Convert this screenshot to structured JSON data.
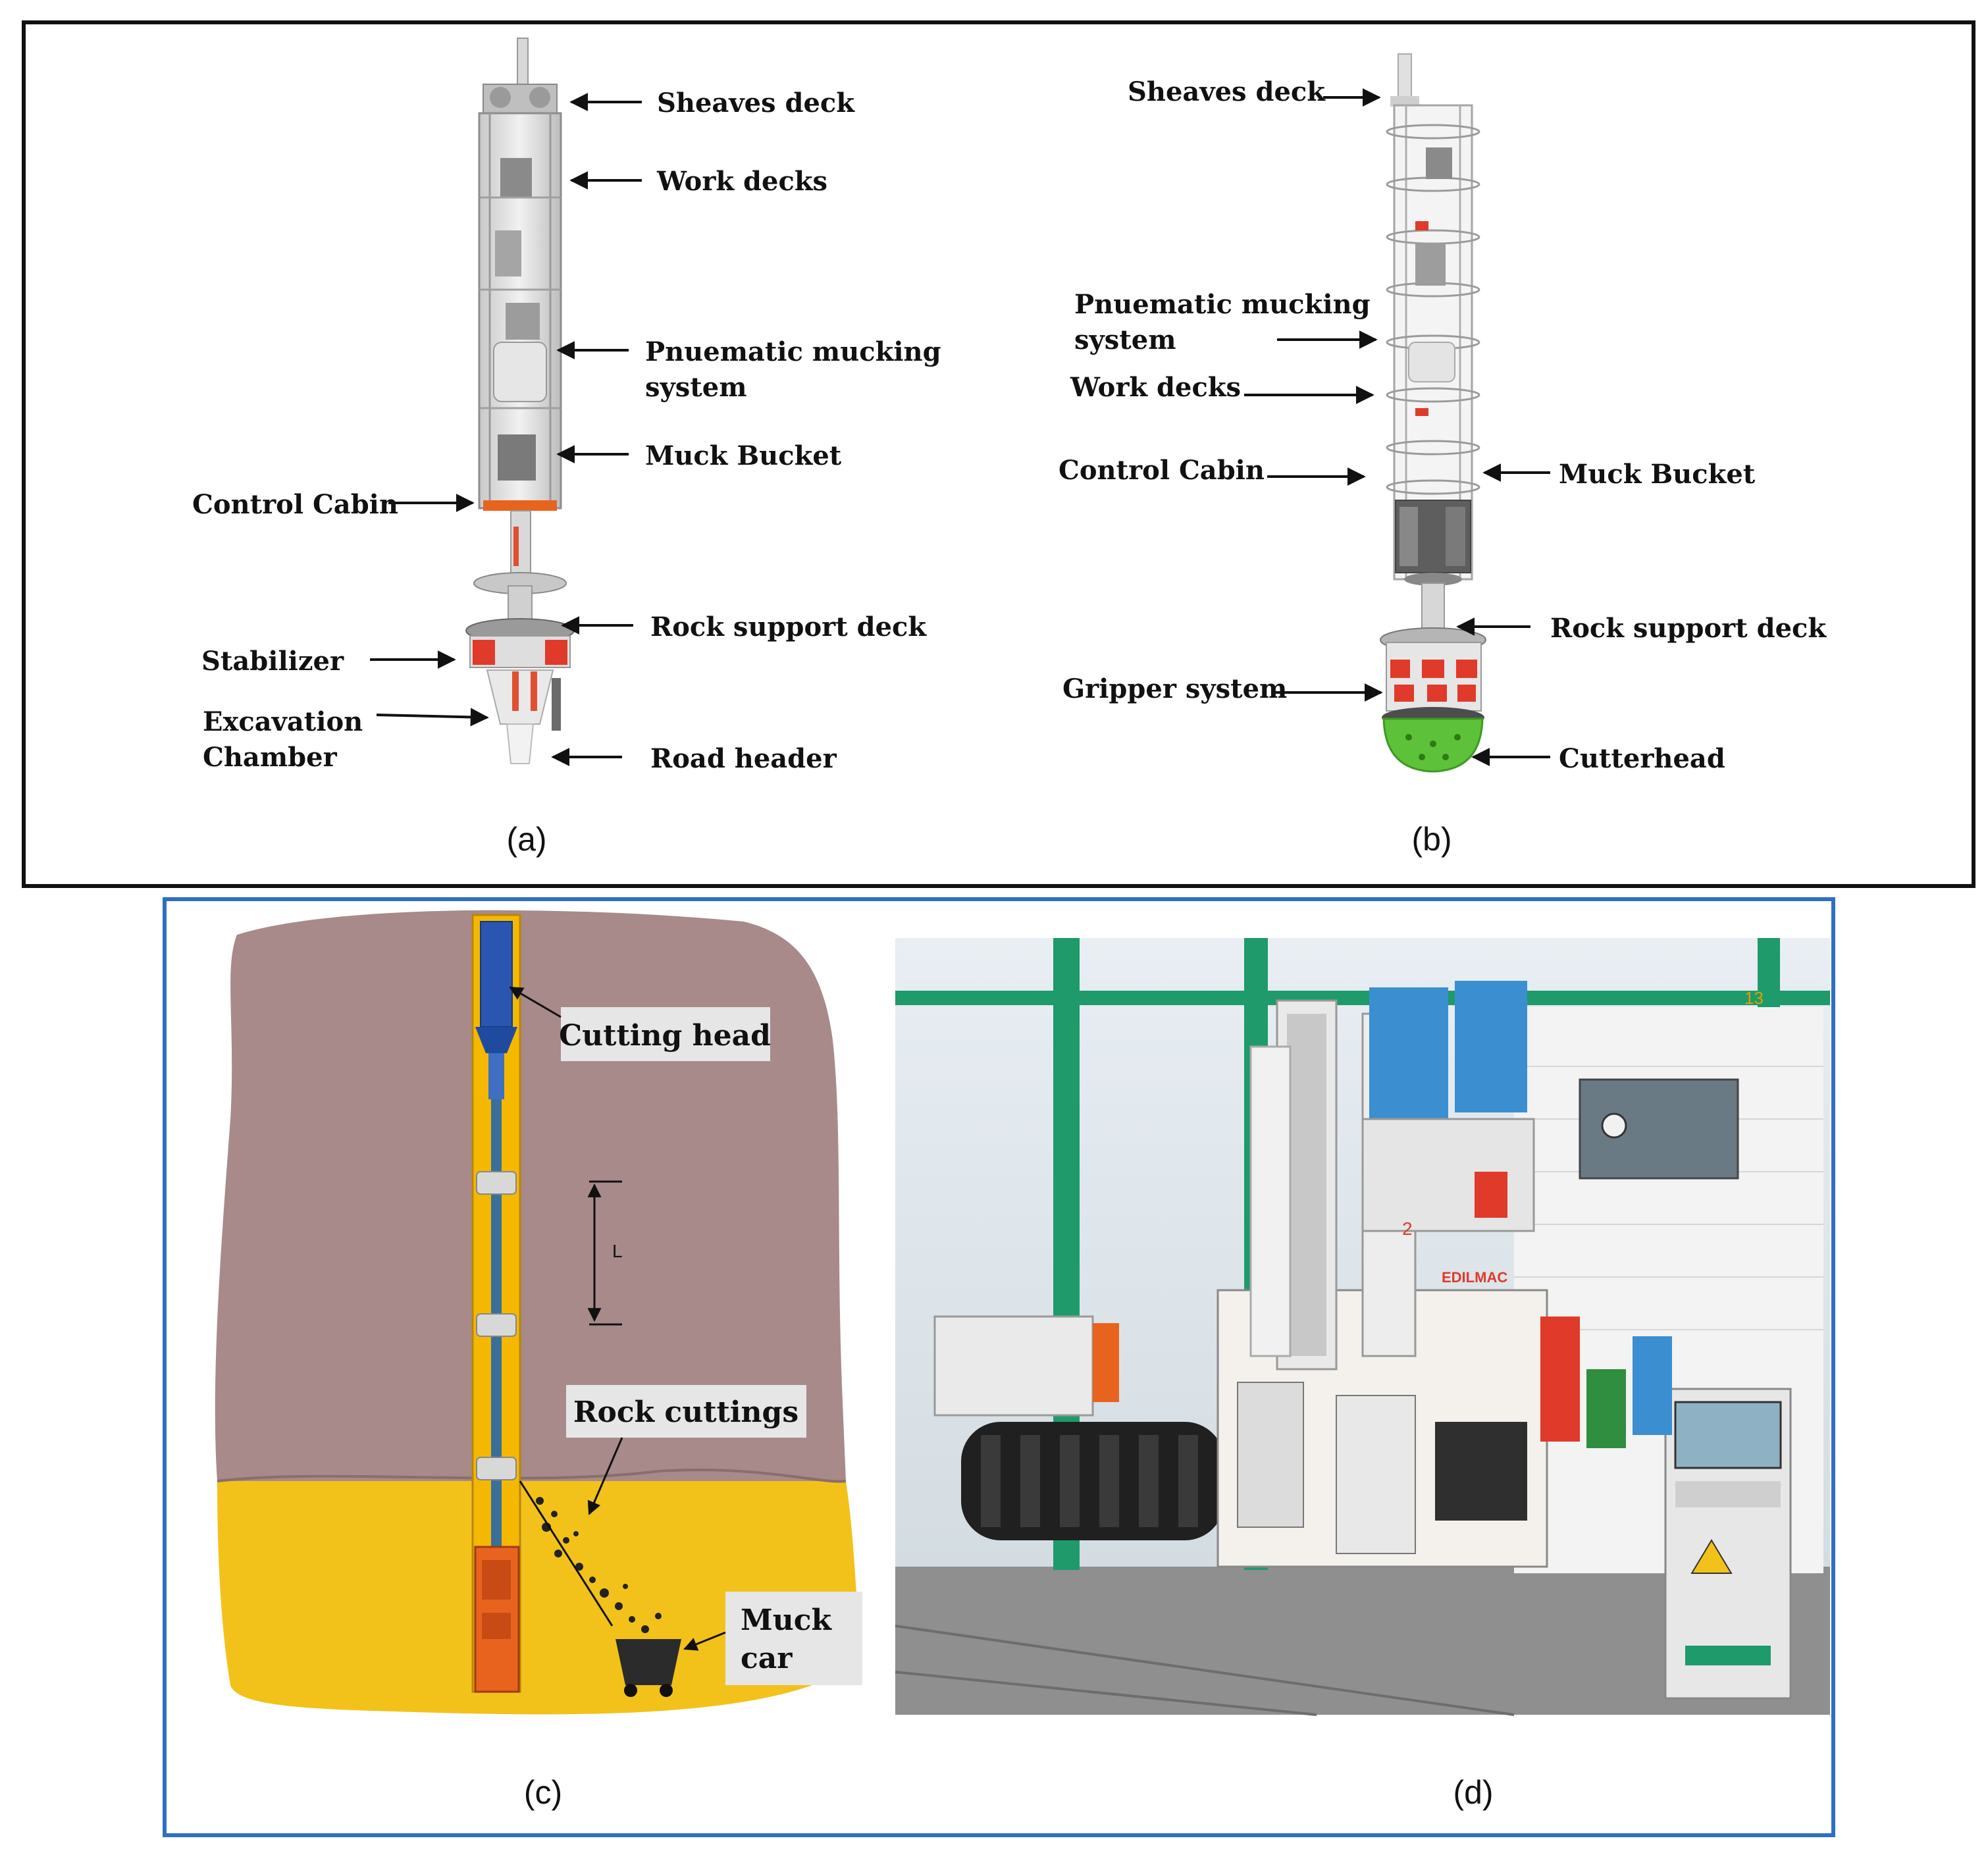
{
  "panel_a": {
    "caption": "(a)",
    "labels": {
      "sheaves_deck": "Sheaves deck",
      "work_decks": "Work decks",
      "pneumatic_line1": "Pnuematic mucking",
      "pneumatic_line2": "system",
      "muck_bucket": "Muck Bucket",
      "control_cabin": "Control Cabin",
      "rock_support_deck": "Rock support deck",
      "stabilizer": "Stabilizer",
      "excavation_line1": "Excavation",
      "excavation_line2": "Chamber",
      "road_header": "Road header"
    }
  },
  "panel_b": {
    "caption": "(b)",
    "labels": {
      "sheaves_deck": "Sheaves deck",
      "pneumatic_line1": "Pnuematic mucking",
      "pneumatic_line2": "system",
      "work_decks": "Work decks",
      "control_cabin": "Control Cabin",
      "muck_bucket": "Muck Bucket",
      "rock_support_deck": "Rock support deck",
      "gripper_system": "Gripper system",
      "cutterhead": "Cutterhead"
    }
  },
  "panel_c": {
    "caption": "(c)",
    "labels": {
      "cutting_head": "Cutting head",
      "dimension": "L",
      "rock_cuttings": "Rock cuttings",
      "muck_line1": "Muck",
      "muck_line2": "car"
    }
  },
  "panel_d": {
    "caption": "(d)",
    "machine_number": "2",
    "bay_number": "13",
    "brand": "EDILMAC"
  },
  "colors": {
    "frame_top": "#111111",
    "frame_bottom": "#2f6fc0",
    "rock": "#a88a8a",
    "soil": "#f2c21a",
    "shaft": "#f5b800",
    "machine_orange": "#e8641e",
    "cutter_blue": "#2a55b0",
    "gripper_red": "#e03a2a",
    "cutterhead_green": "#5dc23a",
    "photo_green": "#1f9a6a",
    "photo_blue": "#3b8fd0"
  }
}
